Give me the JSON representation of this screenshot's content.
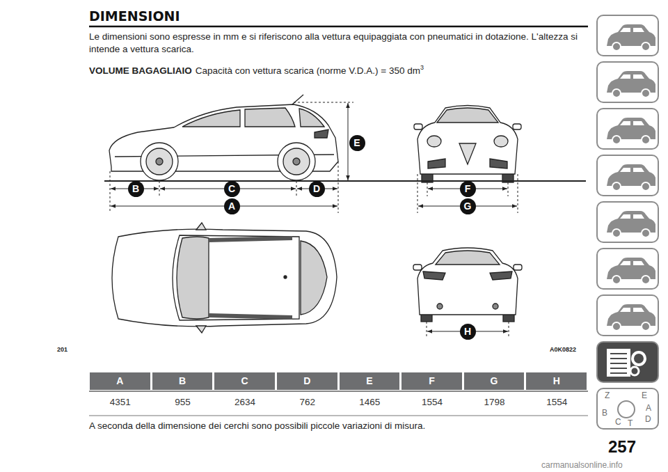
{
  "diagram": {
    "title": "DIMENSIONI",
    "nodes": [
      {
        "text": [
          "E"
        ]
      },
      {
        "text": [
          "B"
        ]
      },
      {
        "text": [
          "C"
        ]
      },
      {
        "text": [
          "D"
        ]
      },
      {
        "text": [
          "F"
        ]
      },
      {
        "text": [
          "A"
        ]
      },
      {
        "text": [
          "G"
        ]
      },
      {
        "text": [
          "H"
        ]
      }
    ],
    "labels": [
      "Le dimensioni sono espresse in mm e si riferiscono alla vettura equipaggiata con pneumatici in dotazione. L'altezza si intende a vettura scarica.",
      "VOLUME BAGAGLIAIO",
      "Capacità con vettura scarica (norme V.D.A.) = 350 dm",
      "3",
      "201",
      "A0K0822",
      "A",
      "B",
      "C",
      "D",
      "E",
      "F",
      "G",
      "H",
      "4351",
      "955",
      "2634",
      "762",
      "1465",
      "1554",
      "1798",
      "1554",
      "A seconda della dimensione dei cerchi sono possibili piccole variazioni di misura.",
      "257",
      "Z",
      "E",
      "B",
      "A",
      "C",
      "T",
      "D",
      "carmanualsonline.info"
    ]
  }
}
